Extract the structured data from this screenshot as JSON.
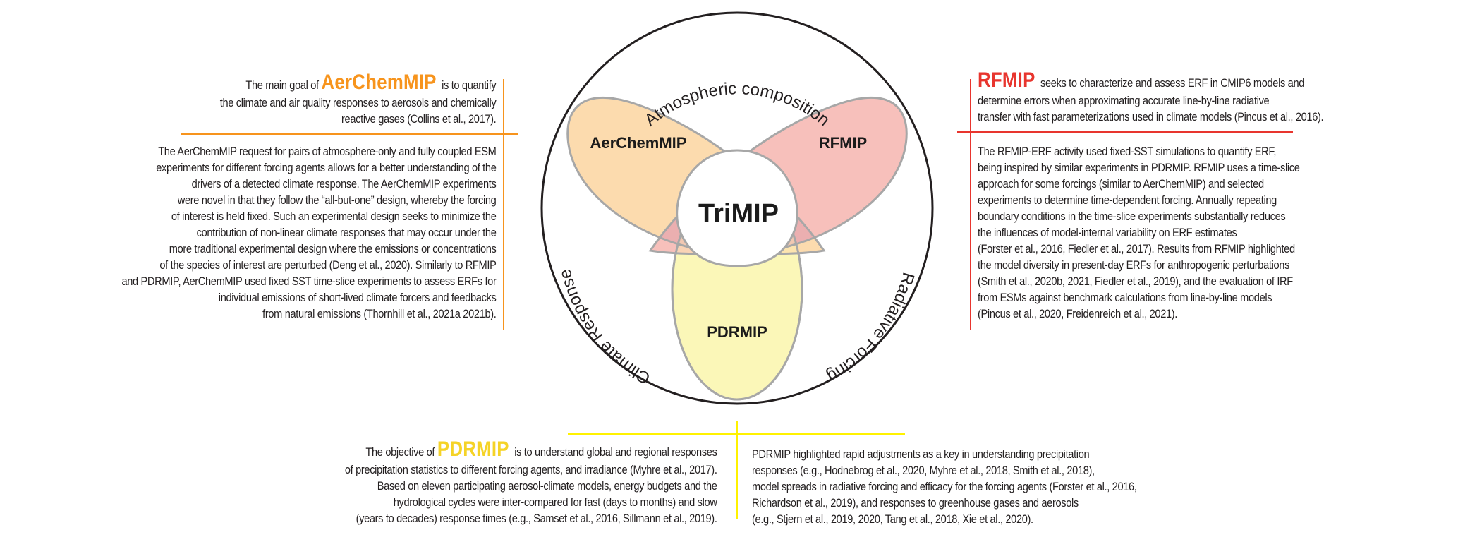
{
  "colors": {
    "aerchemmip": "#f7941d",
    "rfmip": "#e8352e",
    "pdrmip": "#f5d327",
    "aerchemmip_fill": "#fcd9aa",
    "rfmip_fill": "#f6b9b4",
    "pdrmip_fill": "#fbf7b8",
    "overlap_fill": "#ebafb0",
    "outline": "#a7a7a7",
    "outer_circle": "#231f20"
  },
  "diagram": {
    "center_label": "TriMIP",
    "sets": [
      {
        "id": "aerchemmip",
        "label": "AerChemMIP"
      },
      {
        "id": "rfmip",
        "label": "RFMIP"
      },
      {
        "id": "pdrmip",
        "label": "PDRMIP"
      }
    ],
    "ring_labels": {
      "top": "Atmospheric composition",
      "left": "Climate Response",
      "right": "Radiative Forcing"
    }
  },
  "aerchemmip": {
    "intro": {
      "prefix": "The main goal of",
      "name": "AerChemMIP",
      "suffix": "is to quantify",
      "lines": [
        "the climate and air quality responses to aerosols and chemically",
        "reactive gases (Collins et al., 2017)."
      ]
    },
    "body": [
      "The AerChemMIP request for pairs of atmosphere-only and fully coupled ESM",
      "experiments for different forcing agents allows for a better understanding of the",
      "drivers of a detected climate response. The AerChemMIP experiments",
      "were novel in that they follow the “all-but-one” design, whereby the forcing ",
      "of interest is held fixed. Such an experimental design seeks to minimize the",
      "contribution of non-linear climate responses that may occur under the",
      "more traditional experimental design where the emissions or concentrations",
      "of the species of interest are perturbed (Deng et al., 2020). Similarly to RFMIP",
      "and PDRMIP, AerChemMIP used fixed SST time-slice experiments to assess ERFs for",
      "individual emissions of short-lived climate forcers and feedbacks",
      "from natural emissions (Thornhill et al., 2021a 2021b)."
    ]
  },
  "rfmip": {
    "intro": {
      "name": "RFMIP",
      "suffix": "seeks to characterize and assess ERF in CMIP6 models and",
      "lines": [
        "determine errors when approximating accurate line-by-line radiative",
        "transfer with fast parameterizations used in climate models (Pincus et al., 2016)."
      ]
    },
    "body": [
      "The RFMIP-ERF activity used fixed-SST simulations to quantify ERF,",
      "being inspired by similar experiments in PDRMIP. RFMIP uses a time-slice",
      "approach for some forcings (similar to AerChemMIP) and selected",
      "experiments to determine time-dependent forcing. Annually repeating",
      "boundary conditions in the time-slice experiments substantially reduces",
      "the influences of model-internal variability on ERF estimates",
      "(Forster et al., 2016, Fiedler et al., 2017). Results from RFMIP highlighted",
      "the model diversity in present-day ERFs for anthropogenic  perturbations",
      "(Smith et al., 2020b, 2021, Fiedler et al., 2019), and the evaluation of IRF",
      "from ESMs against benchmark  calculations from line-by-line models",
      "(Pincus et al., 2020, Freidenreich et al., 2021)."
    ]
  },
  "pdrmip": {
    "intro": {
      "prefix": "The objective of",
      "name": "PDRMIP",
      "suffix": "is to understand global and regional responses",
      "lines": [
        "of precipitation statistics to different forcing agents, and irradiance (Myhre et al., 2017).",
        "Based on eleven  participating aerosol-climate models, energy budgets and the",
        "hydrological cycles were inter-compared for fast (days to months) and slow",
        "(years to decades) response times  (e.g., Samset et al., 2016, Sillmann et al., 2019)."
      ]
    },
    "body": [
      "PDRMIP highlighted rapid adjustments as a key in understanding precipitation",
      "responses (e.g., Hodnebrog et al., 2020, Myhre et al., 2018, Smith et al., 2018),",
      "model spreads in radiative forcing and efficacy for the forcing agents (Forster et al., 2016,",
      "Richardson et al., 2019), and responses to greenhouse gases and aerosols",
      "(e.g., Stjern et al., 2019, 2020, Tang et al., 2018, Xie et al., 2020)."
    ]
  }
}
